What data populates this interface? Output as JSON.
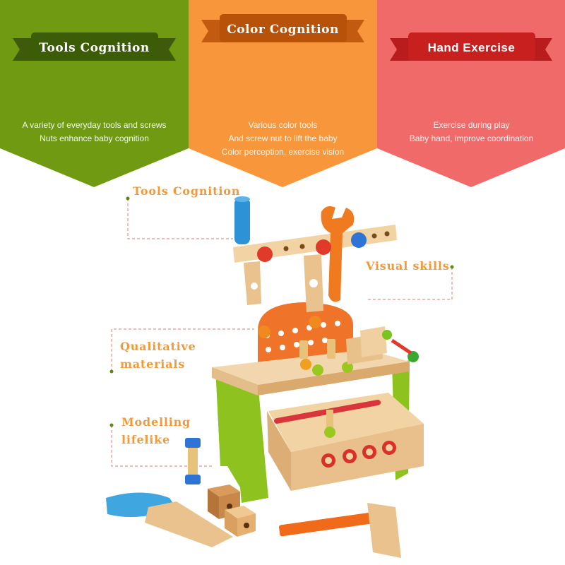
{
  "colors": {
    "green": "#6f9a12",
    "orange": "#f7963a",
    "red": "#f06a6a",
    "callout_text": "#f29a3a",
    "dashed_line": "#e07a6a"
  },
  "panels": [
    {
      "title": "Tools Cognition",
      "lines": [
        "A variety of everyday tools and screws",
        "Nuts enhance baby cognition"
      ]
    },
    {
      "title": "Color Cognition",
      "lines": [
        "Various color tools",
        "And screw nut to lift the baby",
        "Color perception, exercise vision"
      ]
    },
    {
      "title": "Hand Exercise",
      "lines": [
        "Exercise during play",
        "Baby hand, improve coordination"
      ]
    }
  ],
  "callouts": {
    "tools_cognition": "Tools Cognition",
    "visual_skills": "Visual skills",
    "qualitative_line1": "Qualitative",
    "qualitative_line2": "materials",
    "modelling_line1": "Modelling",
    "modelling_line2": "lifelike"
  },
  "illustration": {
    "icon": "wooden-toy-workbench-icon"
  }
}
